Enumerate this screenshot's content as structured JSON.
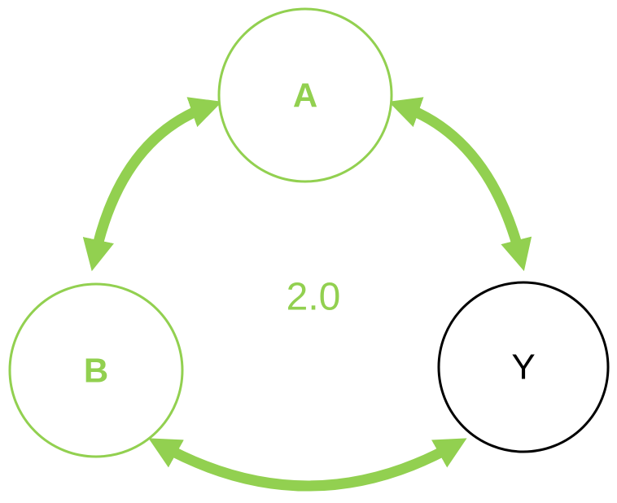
{
  "diagram": {
    "center_label": "2.0",
    "nodes": [
      {
        "id": "A",
        "label": "A",
        "stroke": "#92d050",
        "text_color": "#92d050",
        "position": "top-center"
      },
      {
        "id": "B",
        "label": "B",
        "stroke": "#92d050",
        "text_color": "#92d050",
        "position": "bottom-left"
      },
      {
        "id": "Y",
        "label": "Y",
        "stroke": "#000000",
        "text_color": "#000000",
        "position": "bottom-right"
      }
    ],
    "edges": [
      {
        "from": "A",
        "to": "B",
        "type": "bidirectional-arrow"
      },
      {
        "from": "A",
        "to": "Y",
        "type": "bidirectional-arrow"
      },
      {
        "from": "B",
        "to": "Y",
        "type": "bidirectional-arrow"
      }
    ],
    "colors": {
      "green": "#92d050",
      "black": "#000000",
      "background": "#ffffff"
    }
  }
}
